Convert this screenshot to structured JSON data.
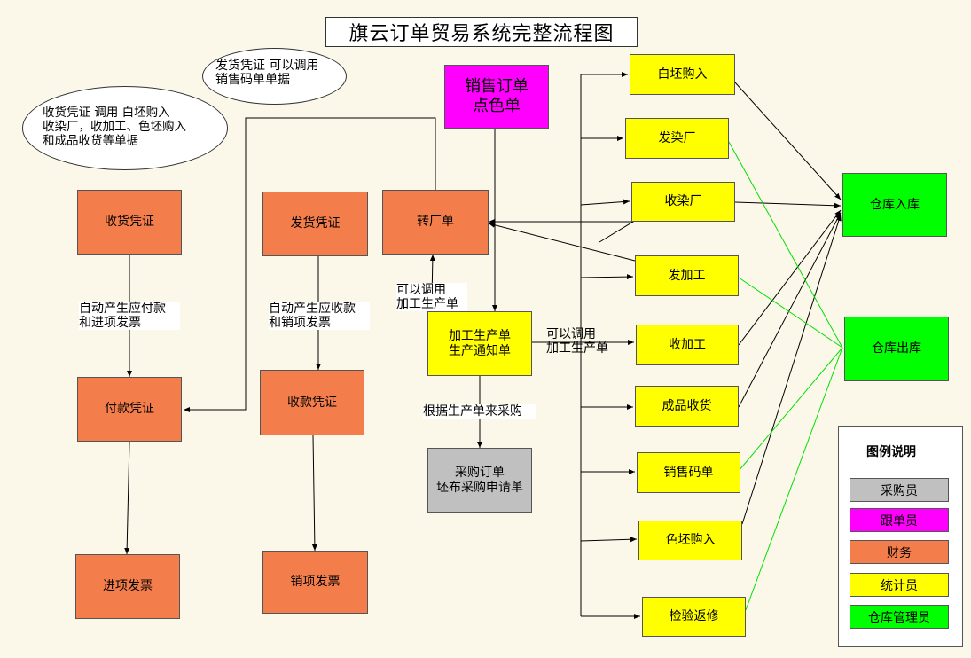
{
  "title": "旗云订单贸易系统完整流程图",
  "notes": {
    "ellipse_receive": "收货凭证 调用 白坯购入\n收染厂，收加工、色坯购入\n和成品收货等单据",
    "ellipse_ship": "发货凭证 可以调用\n销售码单单据"
  },
  "boxes": {
    "receipt_voucher": "收货凭证",
    "ship_voucher": "发货凭证",
    "transfer_order": "转厂单",
    "sales_order": "销售订单\n点色单",
    "payment_voucher": "付款凭证",
    "collection_voucher": "收款凭证",
    "production_order": "加工生产单\n生产通知单",
    "purchase_order": "采购订单\n坯布采购申请单",
    "input_invoice": "进项发票",
    "output_invoice": "销项发票",
    "white_purchase": "白坯购入",
    "send_dye": "发染厂",
    "receive_dye": "收染厂",
    "send_process": "发加工",
    "receive_process": "收加工",
    "product_receipt": "成品收货",
    "sales_code": "销售码单",
    "color_purchase": "色坯购入",
    "inspection_return": "检验返修",
    "warehouse_in": "仓库入库",
    "warehouse_out": "仓库出库"
  },
  "labels": {
    "auto_payable": "自动产生应付款\n和进项发票",
    "auto_receivable": "自动产生应收款\n和销项发票",
    "can_call_production_1": "可以调用\n加工生产单",
    "can_call_production_2": "可以调用\n加工生产单",
    "purchase_by_production": "根据生产单来采购"
  },
  "legend": {
    "title": "图例说明",
    "items": [
      {
        "label": "采购员",
        "color": "#c0c0c0"
      },
      {
        "label": "跟单员",
        "color": "#ff00ff"
      },
      {
        "label": "财务",
        "color": "#f47e4b"
      },
      {
        "label": "统计员",
        "color": "#ffff00"
      },
      {
        "label": "仓库管理员",
        "color": "#00ff00"
      }
    ]
  },
  "colors": {
    "finance": "#f47e4b",
    "statistician": "#ffff00",
    "merchandiser": "#ff00ff",
    "purchaser": "#c0c0c0",
    "warehouse": "#00ff00",
    "outbound_line": "#00e000"
  }
}
